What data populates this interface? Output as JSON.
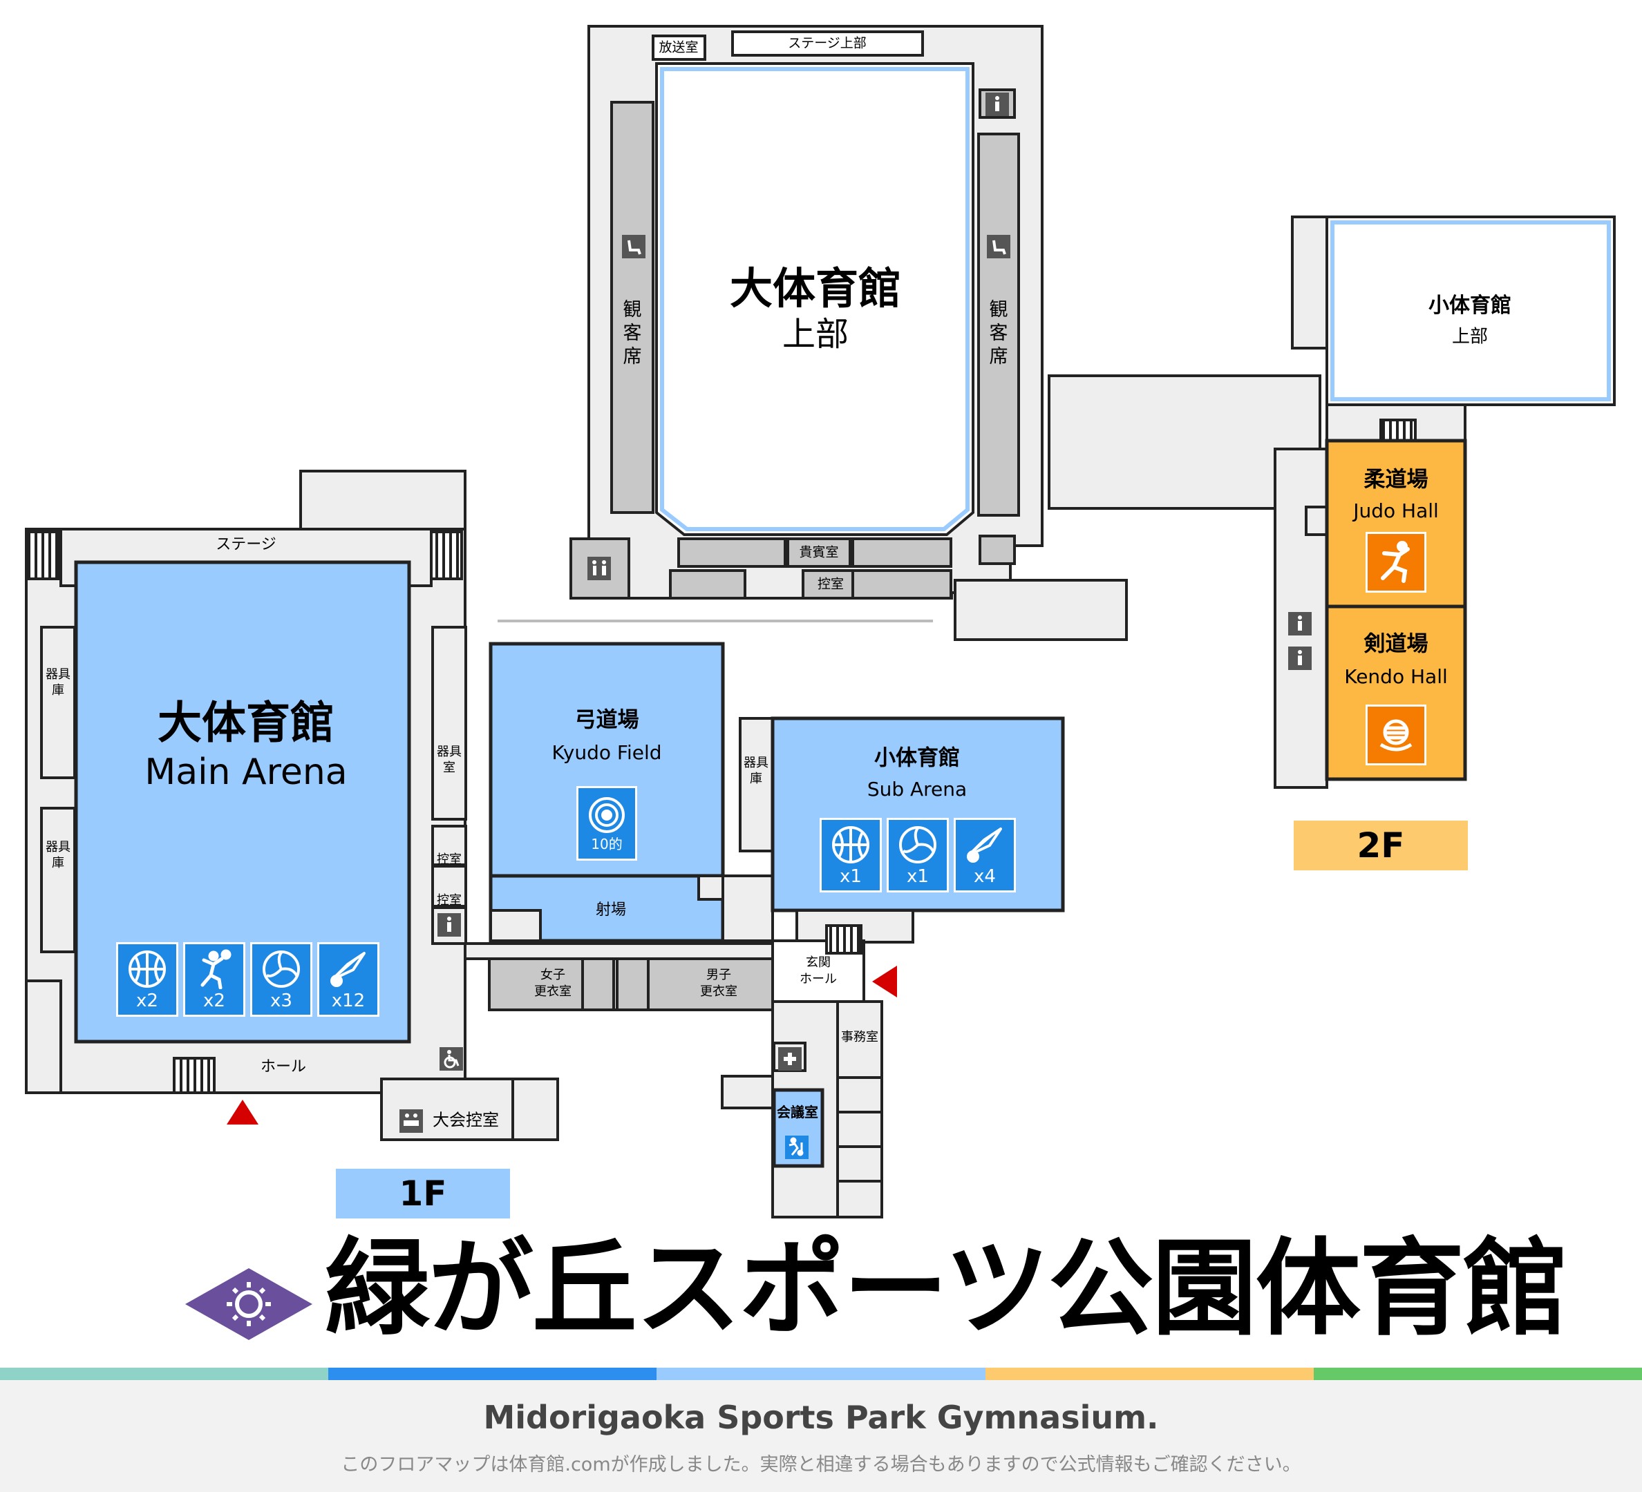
{
  "floor_labels": {
    "first": "1F",
    "second": "2F"
  },
  "title": "緑が丘スポーツ公園体育館",
  "subtitle_en": "Midorigaoka Sports Park Gymnasium.",
  "disclaimer": "このフロアマップは体育館.comが作成しました。実際と相違する場合もありますので公式情報もご確認ください。",
  "upper_arena": {
    "name": "大体育館",
    "sub": "上部",
    "stage_upper": "ステージ上部",
    "broadcast": "放送室",
    "seats_left": "観客席",
    "seats_right": "観客席",
    "vip_room": "貴賓室",
    "waiting_room": "控室"
  },
  "small_upper": {
    "name": "小体育館",
    "sub": "上部"
  },
  "judo": {
    "name": "柔道場",
    "en": "Judo Hall"
  },
  "kendo": {
    "name": "剣道場",
    "en": "Kendo Hall"
  },
  "main_arena": {
    "name": "大体育館",
    "en": "Main Arena",
    "stage": "ステージ",
    "hall": "ホール",
    "equip_left_1": "器具庫",
    "equip_left_2": "器具庫",
    "equip_right": "器具室",
    "wait_1": "控室",
    "wait_2": "控室",
    "tournament_wait": "大会控室",
    "sports": [
      {
        "icon": "basketball-icon",
        "count": "x2"
      },
      {
        "icon": "handball-icon",
        "count": "x2"
      },
      {
        "icon": "volleyball-icon",
        "count": "x3"
      },
      {
        "icon": "badminton-icon",
        "count": "x12"
      }
    ]
  },
  "kyudo": {
    "name": "弓道場",
    "en": "Kyudo Field",
    "target_count": "10的",
    "shooting_area": "射場"
  },
  "sub_arena": {
    "name": "小体育館",
    "en": "Sub Arena",
    "equip": "器具庫",
    "sports": [
      {
        "icon": "basketball-icon",
        "count": "x1"
      },
      {
        "icon": "volleyball-icon",
        "count": "x1"
      },
      {
        "icon": "badminton-icon",
        "count": "x4"
      }
    ]
  },
  "locker_rooms": {
    "women_line1": "女子",
    "women_line2": "更衣室",
    "men_line1": "男子",
    "men_line2": "更衣室"
  },
  "entrance_hall": {
    "line1": "玄関",
    "line2": "ホール"
  },
  "office": "事務室",
  "meeting_room": "会議室",
  "colors": {
    "arena_blue": "#99cbff",
    "tile_blue": "#1e88e5",
    "dojo_orange": "#fdb843",
    "tile_orange": "#f57c00",
    "wall_gray": "#eeeeee",
    "seat_gray": "#c8c8c8",
    "entrance_red": "#d50000",
    "logo_purple": "#6a4f9c",
    "floor_1f_badge": "#99cbff",
    "floor_2f_badge": "#fdcb6e",
    "stripes": [
      "#8fd3c8",
      "#2c8ff0",
      "#99cbff",
      "#fdcb6e",
      "#66c968"
    ]
  }
}
